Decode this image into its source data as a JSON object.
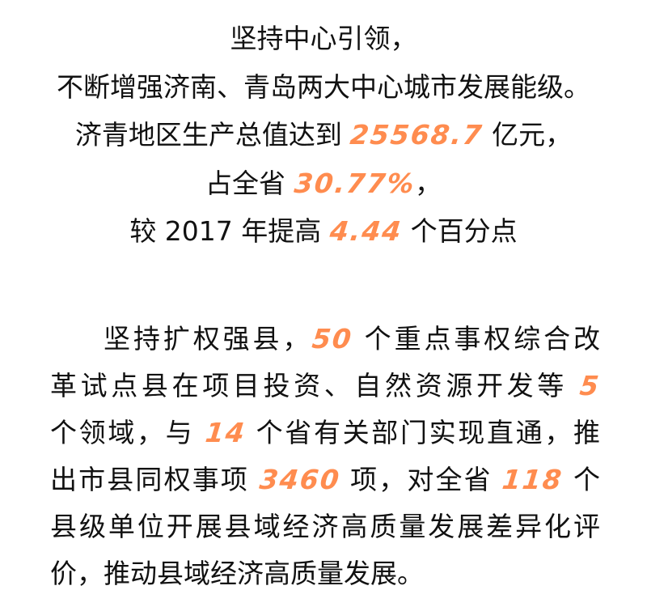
{
  "colors": {
    "text": "#111111",
    "highlight": "#ff8c4f",
    "background": "#ffffff"
  },
  "top_section": {
    "line1": "坚持中心引领，",
    "line2": "不断增强济南、青岛两大中心城市发展能级。",
    "line3": {
      "prefix": "济青地区生产总值达到 ",
      "value": "25568.7",
      "suffix": " 亿元，"
    },
    "line4": {
      "prefix": "占全省 ",
      "value": "30.77%",
      "suffix": "，"
    },
    "line5": {
      "prefix": "较 2017 年提高 ",
      "value": "4.44",
      "suffix": " 个百分点"
    }
  },
  "bottom_section": {
    "lines": [
      {
        "prefix": "坚持扩权强县，",
        "value": "50",
        "suffix": " 个重点事权综合改"
      },
      {
        "prefix": "革试点县在项目投资、自然资源开发等 ",
        "value": "5",
        "suffix": ""
      },
      {
        "prefix": "个领域，与 ",
        "value": "14",
        "suffix": " 个省有关部门实现直通，推"
      },
      {
        "prefix": "出市县同权事项 ",
        "value": "3460",
        "suffix": " 项，对全省 ",
        "value2": "118",
        "suffix2": " 个"
      },
      {
        "text": "县级单位开展县域经济高质量发展差异化评"
      },
      {
        "text": "价，推动县域经济高质量发展。"
      }
    ]
  }
}
